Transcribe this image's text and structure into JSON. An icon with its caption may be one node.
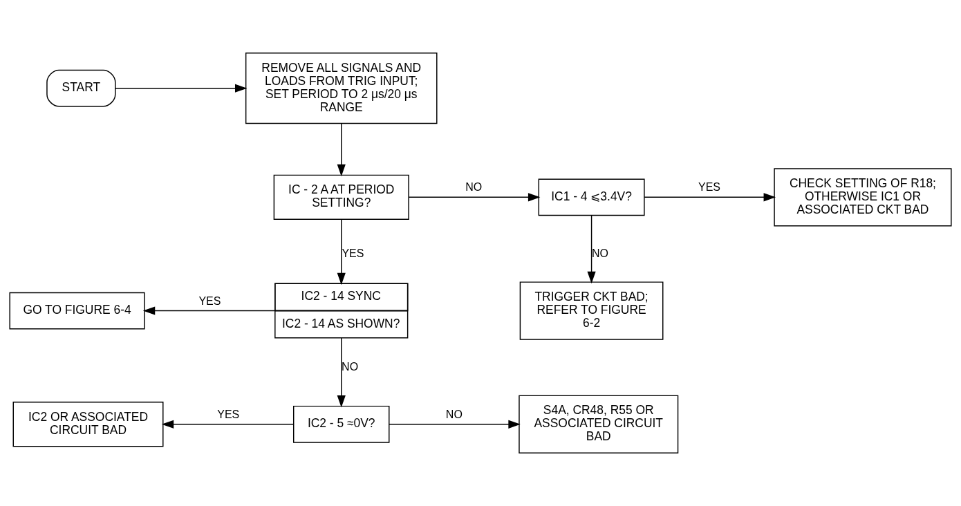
{
  "diagram": {
    "nodes": [
      {
        "text": [
          "START"
        ]
      },
      {
        "text": [
          "REMOVE ALL SIGNALS AND LOADS FROM TRIG INPUT; SET PERIOD TO 2 μs/20 μs RANGE"
        ]
      },
      {
        "text": [
          "IC - 2 A AT PERIOD SETTING?"
        ]
      },
      {
        "text": [
          "IC1 - 4 ⩽3.4V?"
        ]
      },
      {
        "text": [
          "CHECK SETTING OF R18; OTHERWISE IC1 OR ASSOCIATED CKT BAD"
        ]
      },
      {
        "text": [
          "TRIGGER CKT BAD; REFER TO FIGURE 6-2"
        ]
      },
      {
        "text": [
          "GO TO FIGURE 6-4"
        ]
      },
      {
        "text": [
          "IC2 - 14 SYNC",
          "IC2 - 14 AS SHOWN?"
        ]
      },
      {
        "text": [
          "IC2 OR ASSOCIATED CIRCUIT BAD"
        ]
      },
      {
        "text": [
          "IC2 - 5 ≈0V?"
        ]
      },
      {
        "text": [
          "S4A, CR48, R55 OR ASSOCIATED CIRCUIT BAD"
        ]
      }
    ],
    "edges": [
      {
        "from": 0,
        "to": 1,
        "arrow": "to"
      },
      {
        "from": 1,
        "to": 2,
        "arrow": "to"
      },
      {
        "from": 2,
        "to": 3,
        "arrow": "to",
        "label": "NO"
      },
      {
        "from": 3,
        "to": 4,
        "arrow": "to",
        "label": "YES"
      },
      {
        "from": 3,
        "to": 5,
        "arrow": "to",
        "label": "NO"
      },
      {
        "from": 2,
        "to": 7,
        "arrow": "to",
        "label": "YES"
      },
      {
        "from": 7,
        "to": 6,
        "arrow": "to",
        "label": "YES"
      },
      {
        "from": 7,
        "to": 9,
        "arrow": "to",
        "label": "NO"
      },
      {
        "from": 9,
        "to": 8,
        "arrow": "to",
        "label": "YES"
      },
      {
        "from": 9,
        "to": 10,
        "arrow": "to",
        "label": "NO"
      }
    ]
  }
}
